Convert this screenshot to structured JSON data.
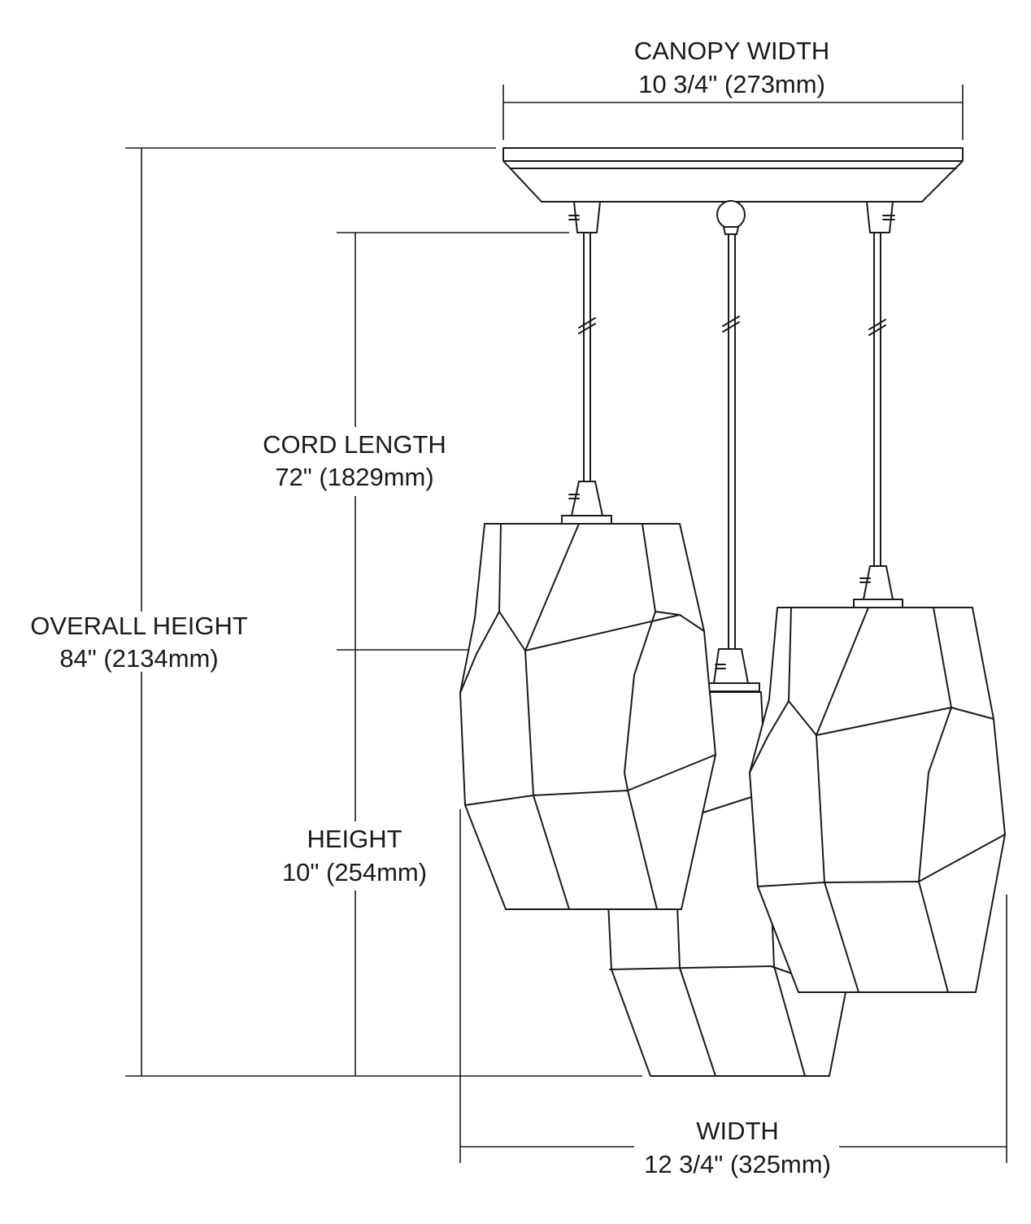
{
  "labels": {
    "canopy_width": {
      "title": "CANOPY WIDTH",
      "value": "10 3/4\" (273mm)"
    },
    "cord_length": {
      "title": "CORD LENGTH",
      "value": "72\" (1829mm)"
    },
    "overall_height": {
      "title": "OVERALL HEIGHT",
      "value": "84\" (2134mm)"
    },
    "height": {
      "title": "HEIGHT",
      "value": "10\" (254mm)"
    },
    "width": {
      "title": "WIDTH",
      "value": "12 3/4\" (325mm)"
    }
  },
  "colors": {
    "line": "#1a1a1a",
    "background": "#ffffff"
  }
}
